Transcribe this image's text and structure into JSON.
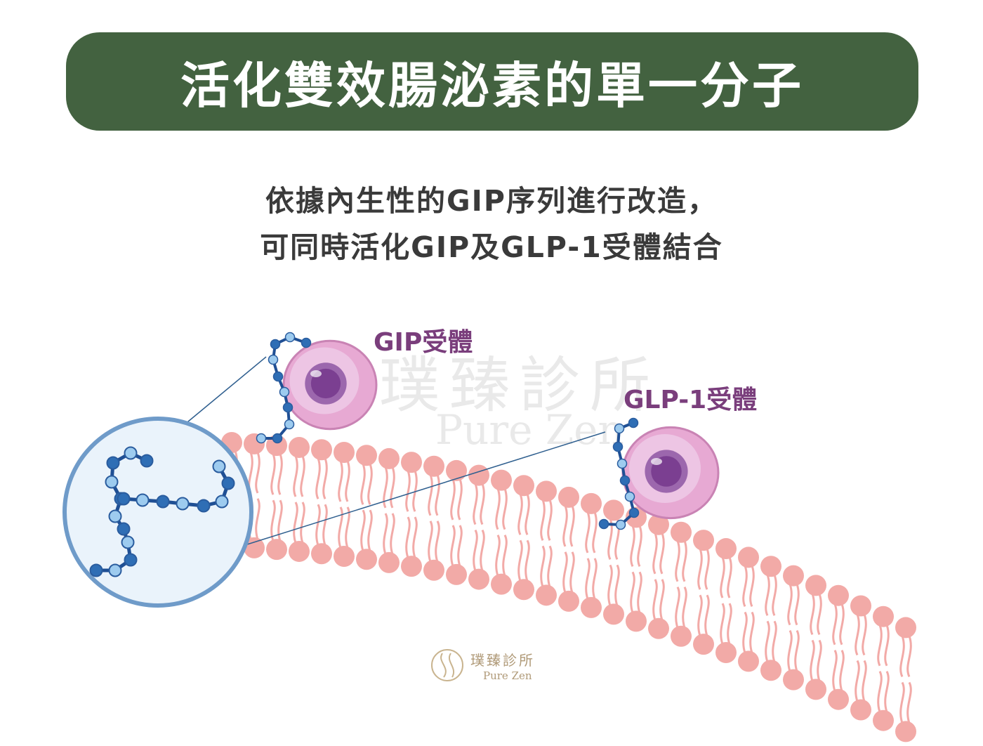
{
  "title": "活化雙效腸泌素的單一分子",
  "subtitle": {
    "line1": "依據內生性的GIP序列進行改造，",
    "line2": "可同時活化GIP及GLP-1受體結合"
  },
  "labels": {
    "gip_receptor": "GIP受體",
    "glp1_receptor": "GLP-1受體"
  },
  "watermark": {
    "name_cn": "璞臻診所",
    "name_en": "Pure Zen"
  },
  "logo": {
    "name_cn": "璞臻診所",
    "name_en": "Pure Zen"
  },
  "colors": {
    "banner": "#436240",
    "label_purple": "#7a3e7c",
    "membrane_pink": "#f2aaa7",
    "peptide_dark": "#2f6eb5",
    "peptide_light": "#9dcbef",
    "magnifier_ring": "#6f9bc9",
    "logo_gold": "#b09a78"
  }
}
